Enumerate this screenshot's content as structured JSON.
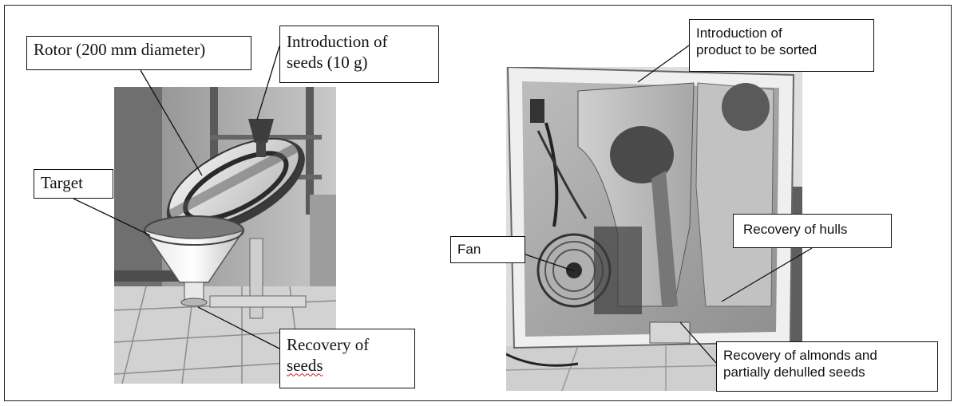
{
  "figure": {
    "left_photo": {
      "subject": "rotor seed dehuller with conical target"
    },
    "right_photo": {
      "subject": "open cabinet with fan and sorting ducts"
    },
    "labels": {
      "rotor": {
        "text": "Rotor (200 mm diameter)"
      },
      "intro_seeds": {
        "line1": "Introduction of",
        "line2": "seeds (10 g)"
      },
      "target": {
        "text": "Target"
      },
      "recovery_seeds": {
        "line1": "Recovery of",
        "line2": "seeds"
      },
      "intro_product": {
        "line1": "Introduction of",
        "line2": "product to be sorted"
      },
      "fan": {
        "text": "Fan"
      },
      "recovery_hulls": {
        "text": "Recovery of hulls"
      },
      "recovery_almonds": {
        "line1": "Recovery of almonds and",
        "line2": "partially dehulled seeds"
      }
    }
  }
}
